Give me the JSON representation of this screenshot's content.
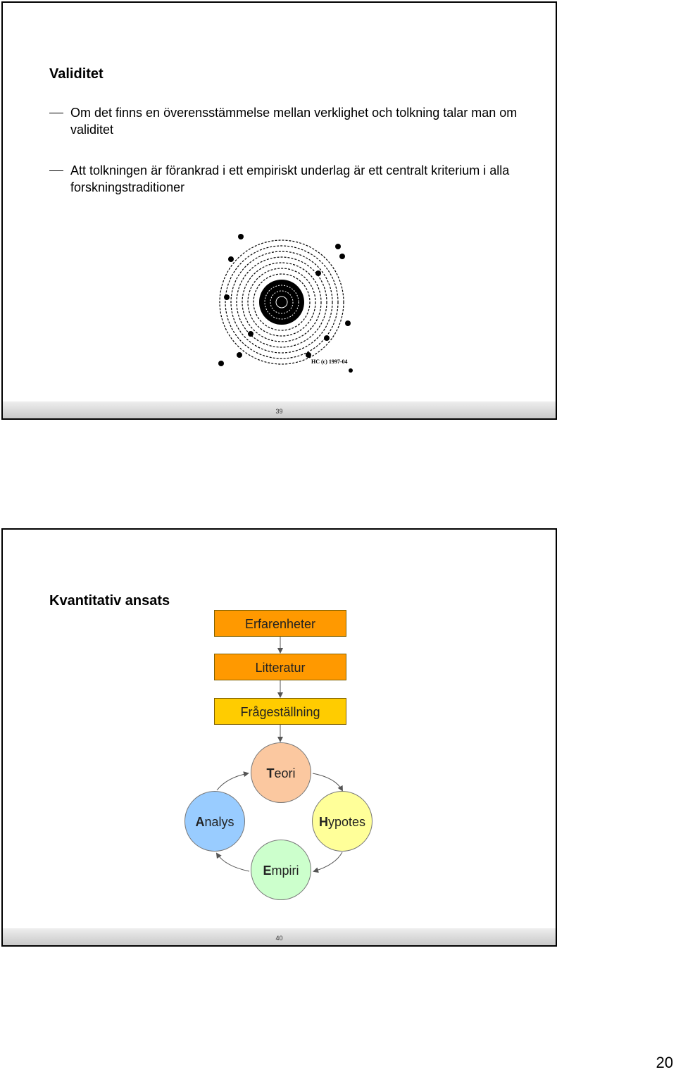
{
  "slide1": {
    "title": "Validitet",
    "bullets": [
      "Om det finns en överensstämmelse mellan verklighet och tolkning talar man om validitet",
      "Att tolkningen är förankrad i ett empiriskt underlag är ett centralt kriterium i alla forskningstraditioner"
    ],
    "image_caption": "HC (c) 1997-04",
    "slide_number": "39"
  },
  "slide2": {
    "title": "Kvantitativ ansats",
    "flow": [
      "Erfarenheter",
      "Litteratur",
      "Frågeställning"
    ],
    "cycle": {
      "teori": {
        "initial": "T",
        "rest": "eori"
      },
      "hypotes": {
        "initial": "H",
        "rest": "ypotes"
      },
      "empiri": {
        "initial": "E",
        "rest": "mpiri"
      },
      "analys": {
        "initial": "A",
        "rest": "nalys"
      }
    },
    "slide_number": "40"
  },
  "page_number": "20",
  "colors": {
    "orange": "#ff9900",
    "yellow": "#ffcc00",
    "teori": "#fbc8a0",
    "analys": "#99ccff",
    "hypotes": "#ffff99",
    "empiri": "#ccffcc"
  }
}
